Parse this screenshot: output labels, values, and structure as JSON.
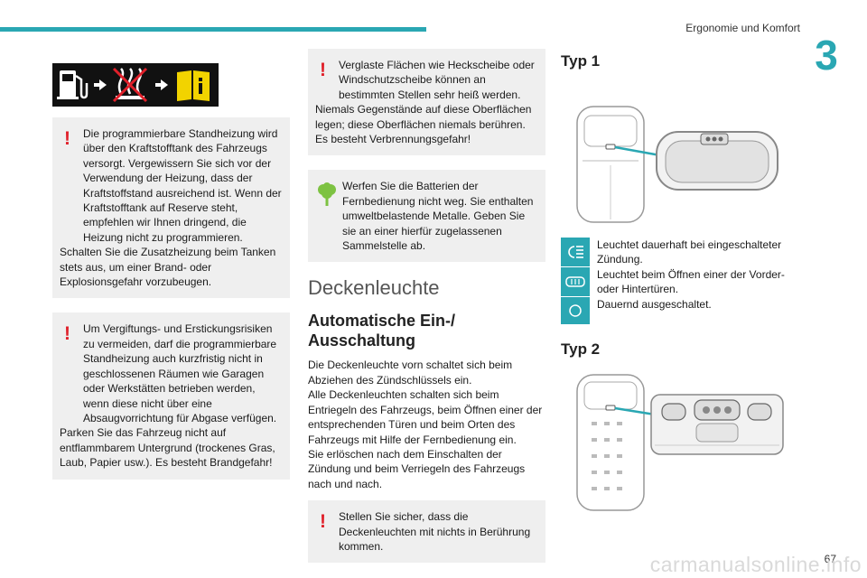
{
  "header": {
    "title": "Ergonomie und Komfort",
    "chapter": "3",
    "page": "67"
  },
  "watermark": "carmanualsonline.info",
  "col1": {
    "warning1": {
      "first": "Die programmierbare Standheizung wird über den Kraftstofftank des Fahrzeugs versorgt. Vergewissern Sie sich vor der Verwendung der Heizung, dass der Kraftstoffstand ausreichend ist. Wenn der Kraftstofftank auf Reserve steht, empfehlen wir Ihnen dringend, die Heizung nicht zu programmieren.",
      "second": "Schalten Sie die Zusatzheizung beim Tanken stets aus, um einer Brand- oder Explosionsgefahr vorzubeugen."
    },
    "warning2": {
      "first": "Um Vergiftungs- und Erstickungsrisiken zu vermeiden, darf die programmierbare Standheizung auch kurzfristig nicht in geschlossenen Räumen wie Garagen oder Werkstätten betrieben werden, wenn diese nicht über eine Absaugvorrichtung für Abgase verfügen.",
      "second": "Parken Sie das Fahrzeug nicht auf entflammbarem Untergrund (trockenes Gras, Laub, Papier usw.). Es besteht Brandgefahr!"
    }
  },
  "col2": {
    "warning3": {
      "first": "Verglaste Flächen wie Heckscheibe oder Windschutzscheibe können an bestimmten Stellen sehr heiß werden.",
      "second": "Niemals Gegenstände auf diese Oberflächen legen; diese Oberflächen niemals berühren. Es besteht Verbrennungsgefahr!"
    },
    "eco": "Werfen Sie die Batterien der Fernbedienung nicht weg. Sie enthalten umweltbelastende Metalle. Geben Sie sie an einer hierfür zugelassenen Sammelstelle ab.",
    "section_title": "Deckenleuchte",
    "subsection_title": "Automatische Ein-/ Ausschaltung",
    "para1": "Die Deckenleuchte vorn schaltet sich beim Abziehen des Zündschlüssels ein.",
    "para2": "Alle Deckenleuchten schalten sich beim Entriegeln des Fahrzeugs, beim Öffnen einer der entsprechenden Türen und beim Orten des Fahrzeugs mit Hilfe der Fernbedienung ein.",
    "para3": "Sie erlöschen nach dem Einschalten der Zündung und beim Verriegeln des Fahrzeugs nach und nach.",
    "warning4": "Stellen Sie sicher, dass die Deckenleuchten mit nichts in Berührung kommen."
  },
  "col3": {
    "typ1": "Typ 1",
    "typ2": "Typ 2",
    "modes": [
      {
        "icon": "light-on-icon",
        "text": "Leuchtet dauerhaft bei eingeschalteter Zündung."
      },
      {
        "icon": "door-light-icon",
        "text": "Leuchtet beim Öffnen einer der Vorder- oder Hintertüren."
      },
      {
        "icon": "light-off-icon",
        "text": "Dauernd ausgeschaltet."
      }
    ]
  },
  "colors": {
    "accent": "#2aa7b3",
    "warning": "#e0202a",
    "eco": "#7dc242",
    "box": "#efefef"
  }
}
